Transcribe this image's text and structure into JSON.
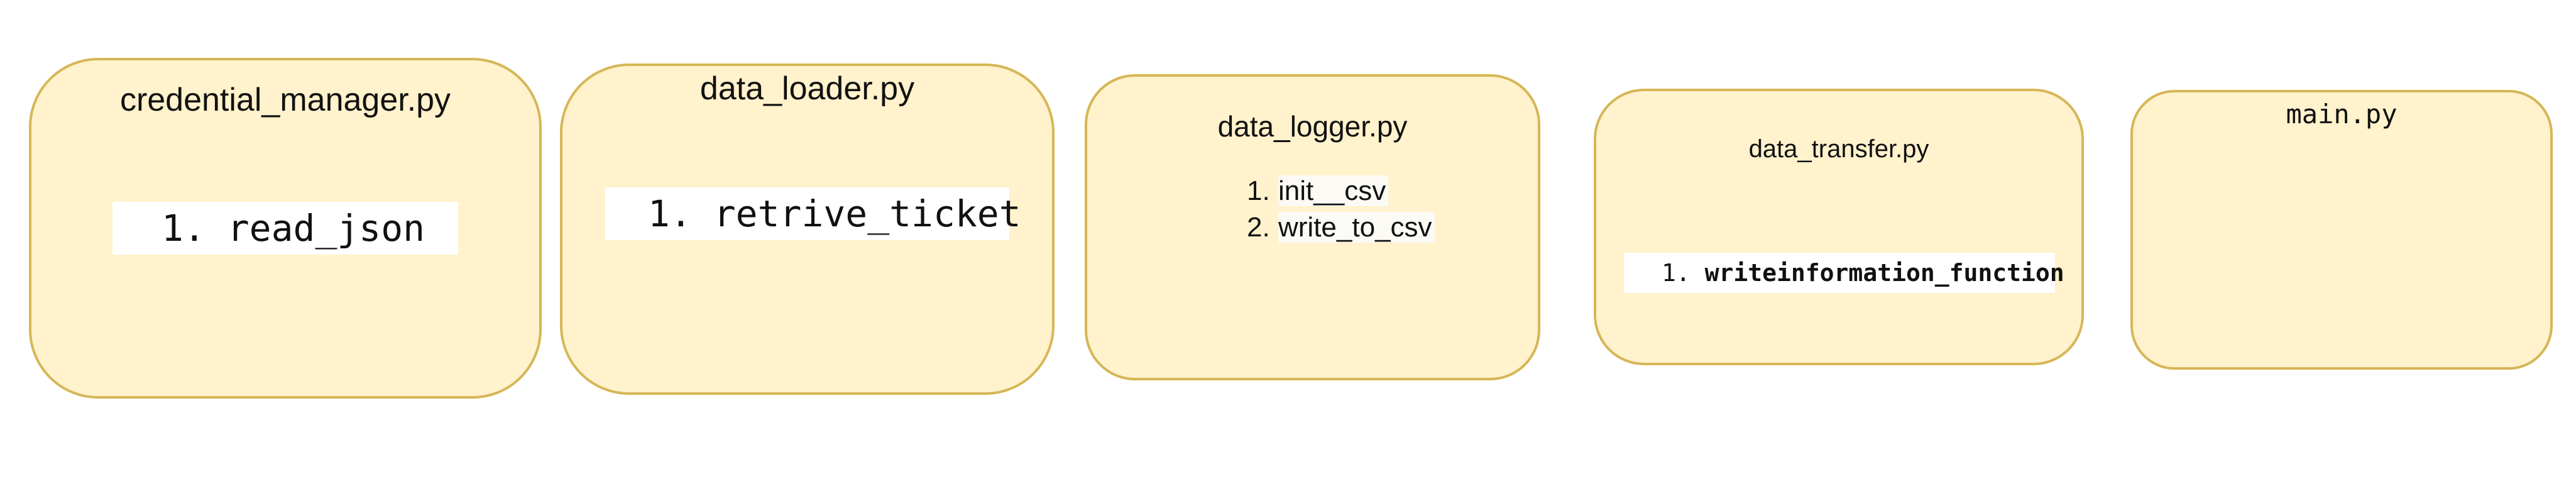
{
  "diagram": {
    "modules": [
      {
        "title": "credential_manager.py",
        "functions": [
          {
            "number": "1.",
            "name": "read_json"
          }
        ]
      },
      {
        "title": "data_loader.py",
        "functions": [
          {
            "number": "1.",
            "name": "retrive_ticket"
          }
        ]
      },
      {
        "title": "data_logger.py",
        "functions": [
          {
            "number": "1.",
            "name": "init__csv"
          },
          {
            "number": "2.",
            "name": "write_to_csv"
          }
        ]
      },
      {
        "title": "data_transfer.py",
        "functions": [
          {
            "number": "1.",
            "name": "writeinformation_function"
          }
        ]
      },
      {
        "title": "main.py",
        "functions": []
      }
    ],
    "colors": {
      "box_fill": "#fff2cc",
      "box_border": "#d6b656",
      "highlight": "#ffffff"
    }
  }
}
